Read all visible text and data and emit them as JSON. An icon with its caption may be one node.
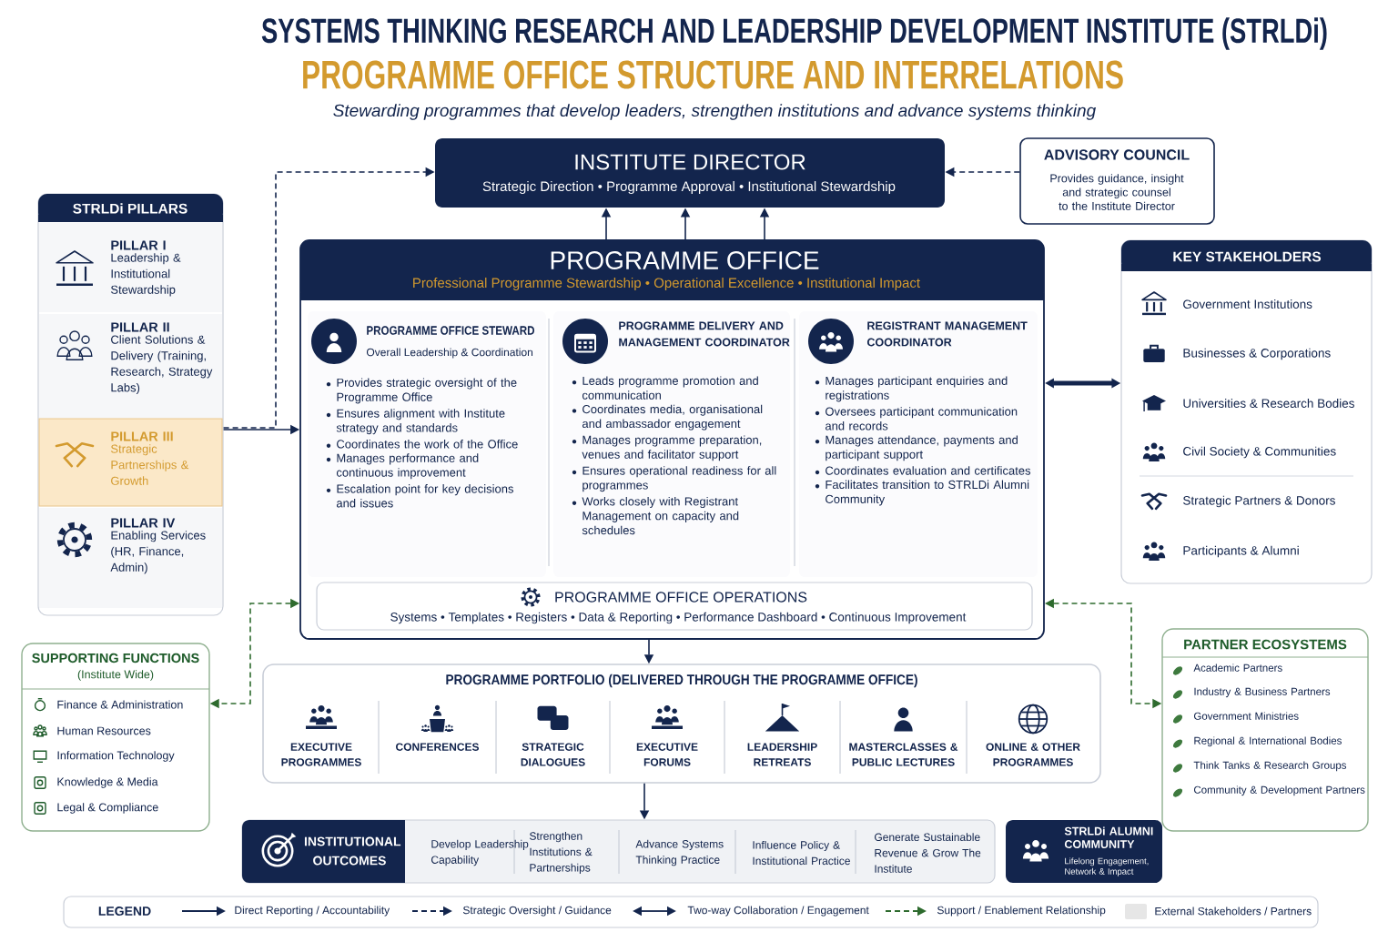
{
  "diagram": {
    "title": "SYSTEMS THINKING RESEARCH AND LEADERSHIP DEVELOPMENT INSTITUTE (STRLDi)",
    "nodes": [
      {
        "text": [
          "INSTITUTE DIRECTOR",
          "Strategic Direction • Programme Approval • Institutional Stewardship"
        ]
      },
      {
        "text": [
          "ADVISORY COUNCIL",
          "Provides guidance, insight and strategic counsel to the Institute Director"
        ]
      },
      {
        "text": [
          "STRLDi PILLARS"
        ]
      },
      {
        "text": [
          "PILLAR I",
          "Leadership & Institutional Stewardship"
        ],
        "in": 2
      },
      {
        "text": [
          "PILLAR II",
          "Client Solutions & Delivery (Training, Research, Strategy Labs)"
        ],
        "in": 2
      },
      {
        "text": [
          "PILLAR III",
          "Strategic Partnerships & Growth"
        ],
        "in": 2
      },
      {
        "text": [
          "PILLAR IV",
          "Enabling Services (HR, Finance, Admin)"
        ],
        "in": 2
      },
      {
        "text": [
          "PROGRAMME OFFICE",
          "Professional Programme Stewardship • Operational Excellence • Institutional Impact"
        ]
      },
      {
        "text": [
          "PROGRAMME OFFICE STEWARD",
          "Overall Leadership & Coordination",
          "Provides strategic oversight of the Programme Office",
          "Ensures alignment with Institute strategy and standards",
          "Coordinates the work of the Office",
          "Manages performance and continuous improvement",
          "Escalation point for key decisions and issues"
        ],
        "in": 7
      },
      {
        "text": [
          "PROGRAMME DELIVERY AND MANAGEMENT COORDINATOR",
          "Leads programme promotion and communication",
          "Coordinates media, organisational and ambassador engagement",
          "Manages programme preparation, venues and facilitator support",
          "Ensures operational readiness for all programmes",
          "Works closely with Registrant Management on capacity and schedules"
        ],
        "in": 7
      },
      {
        "text": [
          "REGISTRANT MANAGEMENT COORDINATOR",
          "Manages participant enquiries and registrations",
          "Oversees participant communication and records",
          "Manages attendance, payments and participant support",
          "Coordinates evaluation and certificates",
          "Facilitates transition to STRLDi Alumni Community"
        ],
        "in": 7
      },
      {
        "text": [
          "PROGRAMME OFFICE OPERATIONS",
          "Systems • Templates • Registers • Data & Reporting • Performance Dashboard • Continuous Improvement"
        ],
        "in": 7
      },
      {
        "text": [
          "KEY STAKEHOLDERS",
          "Government Institutions",
          "Businesses & Corporations",
          "Universities & Research Bodies",
          "Civil Society & Communities",
          "Strategic Partners & Donors",
          "Participants & Alumni"
        ]
      },
      {
        "text": [
          "SUPPORTING FUNCTIONS",
          "(Institute Wide)",
          "Finance & Administration",
          "Human Resources",
          "Information Technology",
          "Knowledge & Media",
          "Legal & Compliance"
        ]
      },
      {
        "text": [
          "PARTNER ECOSYSTEMS",
          "Academic Partners",
          "Industry & Business Partners",
          "Government Ministries",
          "Regional & International Bodies",
          "Think Tanks & Research Groups",
          "Community & Development Partners"
        ]
      },
      {
        "text": [
          "PROGRAMME PORTFOLIO (DELIVERED THROUGH THE PROGRAMME OFFICE)"
        ]
      },
      {
        "text": [
          "EXECUTIVE PROGRAMMES"
        ],
        "in": 15
      },
      {
        "text": [
          "CONFERENCES"
        ],
        "in": 15
      },
      {
        "text": [
          "STRATEGIC DIALOGUES"
        ],
        "in": 15
      },
      {
        "text": [
          "EXECUTIVE FORUMS"
        ],
        "in": 15
      },
      {
        "text": [
          "LEADERSHIP RETREATS"
        ],
        "in": 15
      },
      {
        "text": [
          "MASTERCLASSES & PUBLIC LECTURES"
        ],
        "in": 15
      },
      {
        "text": [
          "ONLINE & OTHER PROGRAMMES"
        ],
        "in": 15
      },
      {
        "text": [
          "INSTITUTIONAL OUTCOMES",
          "Develop Leadership Capability",
          "Strengthen Institutions & Partnerships",
          "Advance Systems Thinking Practice",
          "Influence Policy & Institutional Practice",
          "Generate Sustainable Revenue & Grow The Institute"
        ]
      },
      {
        "text": [
          "STRLDi ALUMNI COMMUNITY",
          "Lifelong Engagement, Network & Impact"
        ]
      }
    ],
    "edges": [
      {
        "from": 7,
        "to": 0,
        "arrow": "to"
      },
      {
        "from": 7,
        "to": 0,
        "arrow": "to"
      },
      {
        "from": 7,
        "to": 0,
        "arrow": "to"
      },
      {
        "from": 1,
        "to": 0,
        "arrow": "to",
        "style": "dashed"
      },
      {
        "from": 2,
        "to": 0,
        "arrow": "to",
        "style": "dashed"
      },
      {
        "from": 2,
        "to": 7,
        "arrow": "to"
      },
      {
        "from": 7,
        "to": 12,
        "arrow": "both",
        "style": "thick"
      },
      {
        "from": 7,
        "to": 13,
        "arrow": "both",
        "style": "dashed",
        "color": "#2e6b2e"
      },
      {
        "from": 7,
        "to": 14,
        "arrow": "both",
        "style": "dashed",
        "color": "#2e6b2e"
      },
      {
        "from": 7,
        "to": 15,
        "arrow": "to"
      },
      {
        "from": 15,
        "to": 23,
        "arrow": "to"
      }
    ],
    "labels": [
      "PROGRAMME OFFICE STRUCTURE AND INTERRELATIONS",
      "Stewarding programmes that develop leaders, strengthen institutions and advance systems thinking",
      "LEGEND"
    ],
    "legend": [
      {
        "text": "Direct Reporting / Accountability"
      },
      {
        "text": "Strategic Oversight / Guidance"
      },
      {
        "text": "Two-way Collaboration / Engagement"
      },
      {
        "text": "Support / Enablement Relationship"
      },
      {
        "text": "External Stakeholders / Partners",
        "color": "#e6e6e6"
      }
    ]
  }
}
